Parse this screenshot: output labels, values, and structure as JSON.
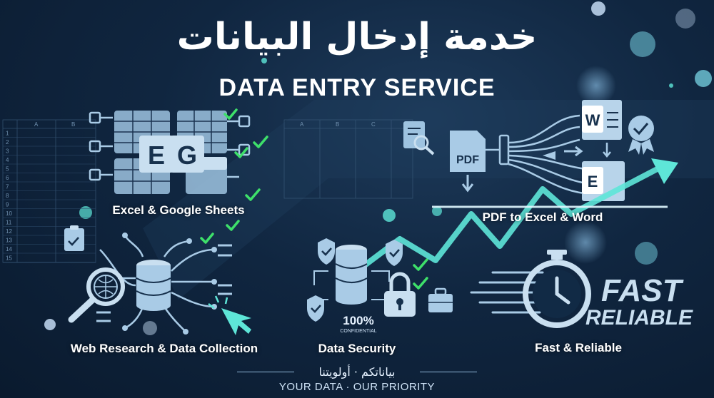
{
  "header": {
    "title_ar": "خدمة إدخال البيانات",
    "title_en": "DATA ENTRY SERVICE"
  },
  "services": {
    "sheets": {
      "caption": "Excel & Google Sheets",
      "excel_letter": "E",
      "google_letter": "G"
    },
    "pdf": {
      "caption": "PDF to Excel & Word",
      "pdf_label": "PDF",
      "word_letter": "W",
      "excel_letter": "E"
    },
    "research": {
      "caption": "Web Research & Data Collection"
    },
    "security": {
      "caption": "Data Security",
      "percent": "100%",
      "confidential": "CONFIDENTIAL"
    },
    "fast": {
      "caption": "Fast & Reliable",
      "fast_word": "FAST",
      "reliable_word": "RELIABLE"
    }
  },
  "spreadsheet": {
    "columns_left": [
      "A",
      "B"
    ],
    "columns_mid": [
      "A",
      "B",
      "C"
    ],
    "rows": [
      "1",
      "2",
      "3",
      "4",
      "5",
      "6",
      "7",
      "8",
      "9",
      "10",
      "11",
      "12",
      "13",
      "14",
      "15"
    ]
  },
  "footer": {
    "tagline_ar": "بياناتكم · أولويتنا",
    "tagline_en": "YOUR DATA · OUR PRIORITY"
  },
  "colors": {
    "accent": "#5ee6d8",
    "icon": "#a9cbe6",
    "check": "#3ee06a",
    "background": "#102640"
  }
}
